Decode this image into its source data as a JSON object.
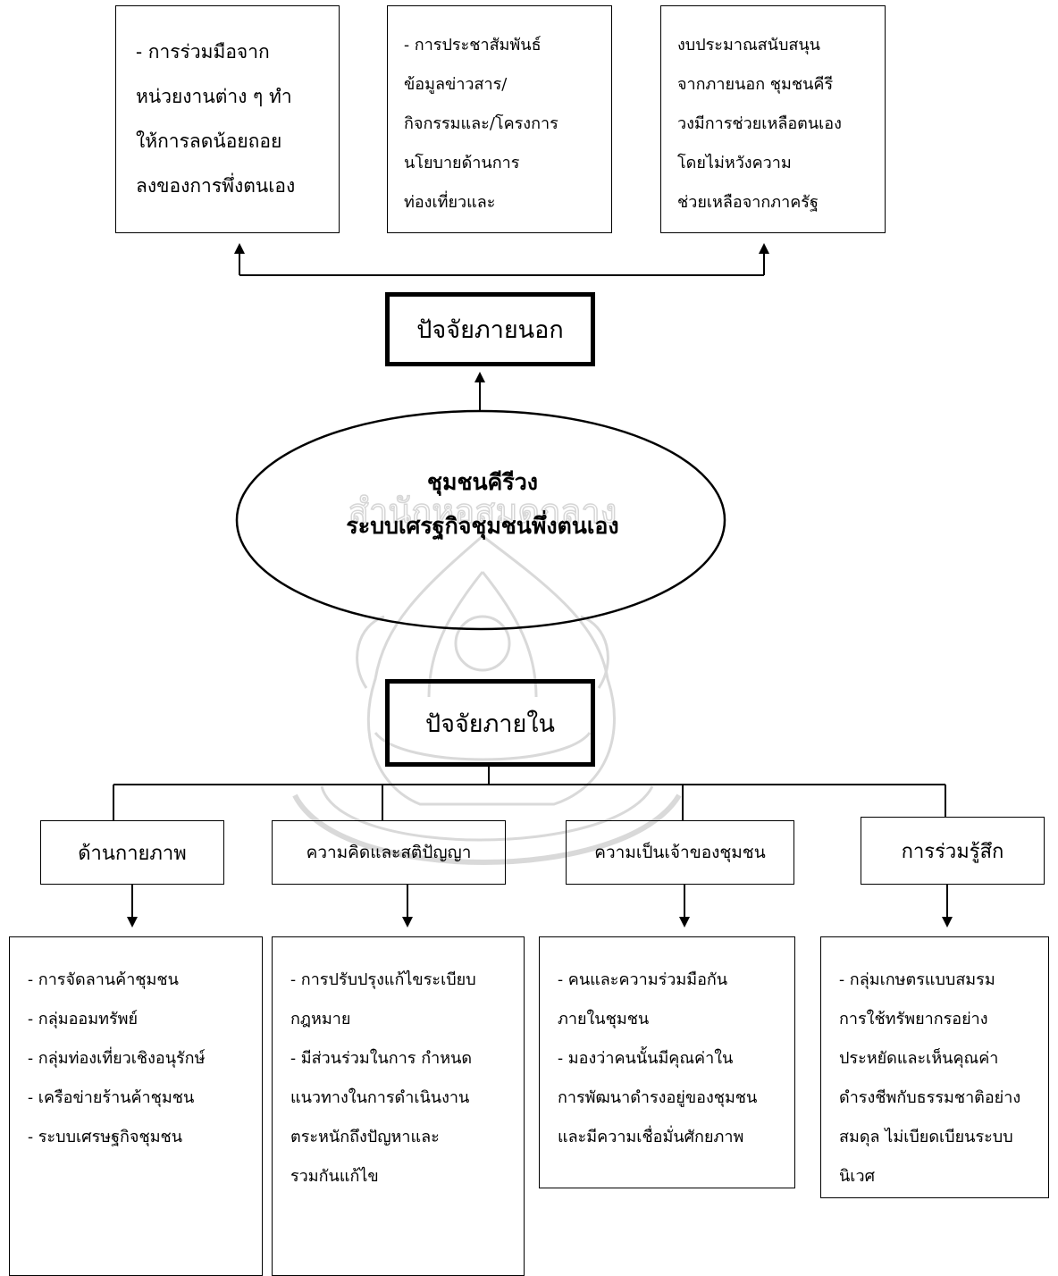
{
  "external_items": [
    "- การร่วมมือจาก\nหน่วยงานต่าง ๆ ทำ\nให้การลดน้อยถอย\nลงของการพึ่งตนเอง",
    "- การประชาสัมพันธ์\nข้อมูลข่าวสาร/\nกิจกรรมและ/โครงการ\nนโยบายด้านการ\nท่องเที่ยวและ",
    "งบประมาณสนับสนุน\nจากภายนอก  ชุมชนคีรี\nวงมีการช่วยเหลือตนเอง\nโดยไม่หวังความ\nช่วยเหลือจากภาครัฐ"
  ],
  "external_factor": "ปัจจัยภายนอก",
  "center": {
    "title": "ชุมชนคีรีวง",
    "subtitle": "ระบบเศรฐกิจชุมชนพึ่งตนเอง"
  },
  "internal_factor": "ปัจจัยภายใน",
  "categories": [
    "ด้านกายภาพ",
    "ความคิดและสติปัญญา",
    "ความเป็นเจ้าของชุมชน",
    "การร่วมรู้สึก"
  ],
  "details": [
    "- การจัดลานค้าชุมชน\n- กลุ่มออมทรัพย์\n- กลุ่มท่องเที่ยวเชิงอนุรักษ์\n- เครือข่ายร้านค้าชุมชน\n- ระบบเศรษฐกิจชุมชน",
    "- การปรับปรุงแก้ไขระเบียบ\nกฎหมาย\n- มีส่วนร่วมในการ กำหนด\nแนวทางในการดำเนินงาน\nตระหนักถึงปัญหาและ\nรวมกันแก้ไข",
    "- คนและความร่วมมือกัน\nภายในชุมชน\n- มองว่าคนนั้นมีคุณค่าใน\nการพัฒนาดำรงอยู่ของชุมชน\nและมีความเชื่อมั่นศักยภาพ",
    "- กลุ่มเกษตรแบบสมรม\nการใช้ทรัพยากรอย่าง\nประหยัดและเห็นคุณค่า\nดำรงชีพกับธรรมชาติอย่าง\nสมดุล ไม่เบียดเบียนระบบ\nนิเวศ"
  ],
  "watermark_text": "สำนักหอสมุดกลาง"
}
